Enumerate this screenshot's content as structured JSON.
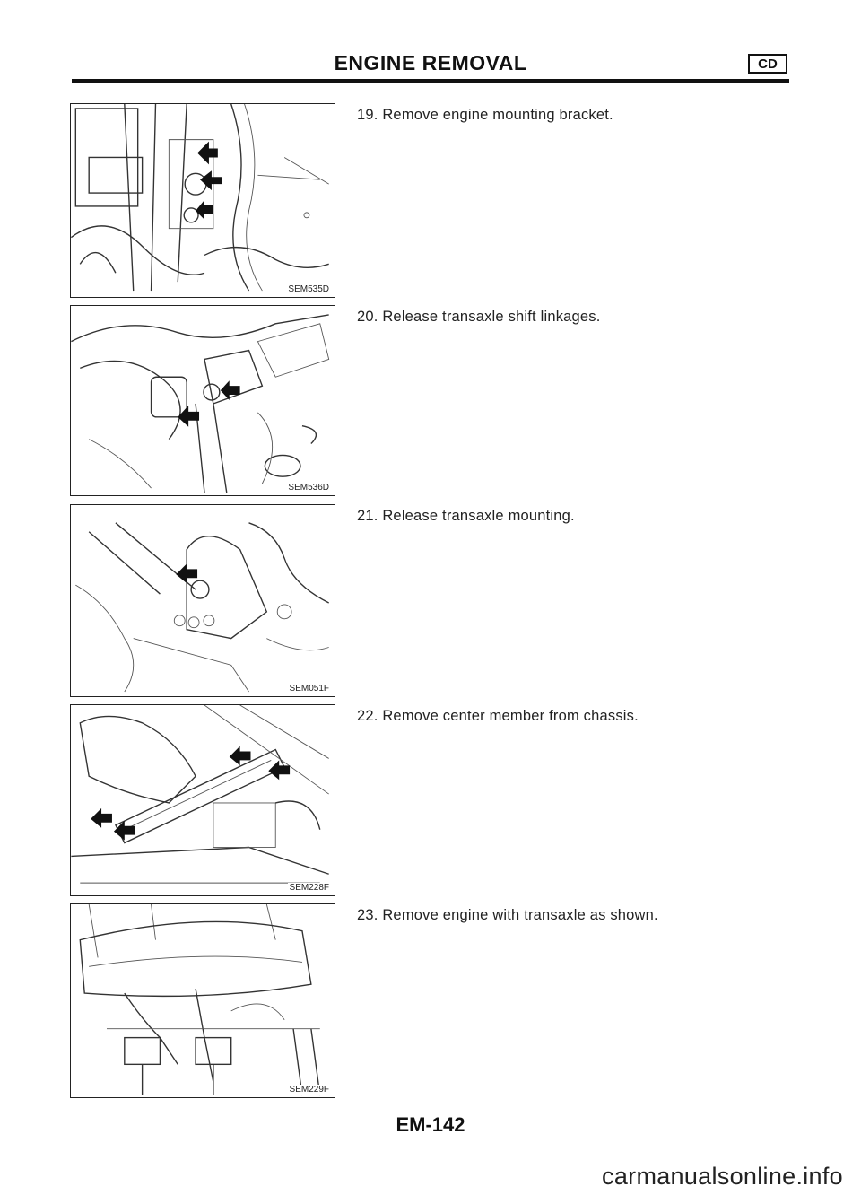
{
  "header": {
    "title": "ENGINE REMOVAL",
    "badge": "CD"
  },
  "steps": [
    {
      "text": "19. Remove engine mounting bracket.",
      "figure_code": "SEM535D",
      "icon": "engine-mounting-bracket-illustration"
    },
    {
      "text": "20. Release transaxle shift linkages.",
      "figure_code": "SEM536D",
      "icon": "transaxle-shift-linkage-illustration"
    },
    {
      "text": "21. Release transaxle mounting.",
      "figure_code": "SEM051F",
      "icon": "transaxle-mounting-illustration"
    },
    {
      "text": "22. Remove center member from chassis.",
      "figure_code": "SEM228F",
      "icon": "center-member-illustration"
    },
    {
      "text": "23. Remove engine with transaxle as shown.",
      "figure_code": "SEM229F",
      "icon": "engine-with-transaxle-removal-illustration"
    }
  ],
  "footer": {
    "page_number": "EM-142",
    "watermark": "carmanualsonline.info"
  }
}
